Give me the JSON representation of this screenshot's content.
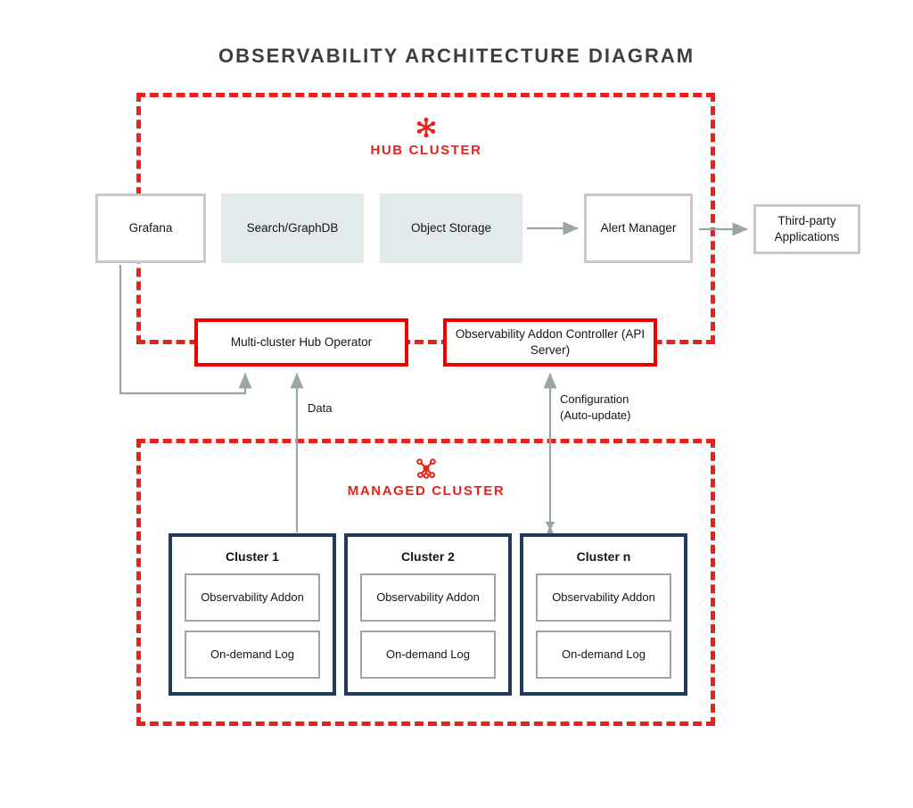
{
  "title": "OBSERVABILITY ARCHITECTURE DIAGRAM",
  "colors": {
    "red": "#e8221b",
    "red_box": "#ee0000",
    "navy": "#223a5e",
    "gray_border": "#c6cac9",
    "fill_bluegray": "#e3eaeb",
    "text": "#151515",
    "title_text": "#3c3f42",
    "arrow": "#9aa5a8"
  },
  "zones": {
    "hub": {
      "label": "HUB CLUSTER",
      "icon": "hub-cluster-icon"
    },
    "managed": {
      "label": "MANAGED CLUSTER",
      "icon": "managed-cluster-icon"
    }
  },
  "nodes": {
    "grafana": "Grafana",
    "search_graphdb": "Search/GraphDB",
    "object_storage": "Object Storage",
    "alert_manager": "Alert Manager",
    "third_party": "Third-party\nApplications",
    "hub_operator": "Multi-cluster Hub Operator",
    "addon_controller": "Observability Addon Controller\n(API Server)"
  },
  "edges": {
    "data": "Data",
    "configuration": "Configuration\n(Auto-update)"
  },
  "clusters": [
    {
      "title": "Cluster 1",
      "addon": "Observability\nAddon",
      "log": "On-demand\nLog"
    },
    {
      "title": "Cluster 2",
      "addon": "Observability\nAddon",
      "log": "On-demand\nLog"
    },
    {
      "title": "Cluster n",
      "addon": "Observability\nAddon",
      "log": "On-demand\nLog"
    }
  ]
}
